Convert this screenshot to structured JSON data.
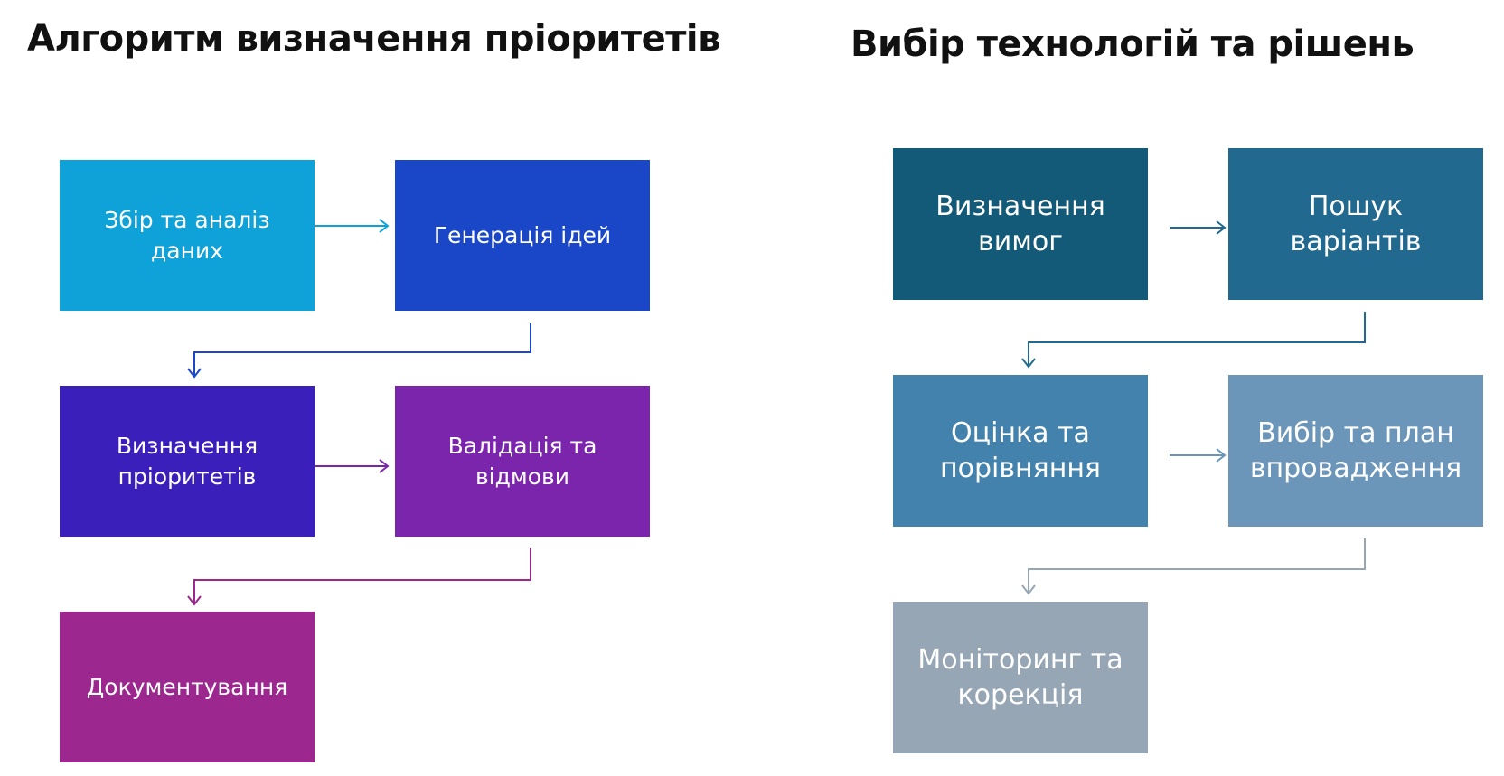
{
  "left_diagram": {
    "title": "Алгоритм визначення пріоритетів",
    "steps": [
      {
        "label": "Збір та аналіз\nданих",
        "color": "#0FA2D9"
      },
      {
        "label": "Генерація ідей",
        "color": "#1A47C8"
      },
      {
        "label": "Визначення\nпріоритетів",
        "color": "#3B1FBA"
      },
      {
        "label": "Валідація та\nвідмови",
        "color": "#7A25AC"
      },
      {
        "label": "Документування",
        "color": "#9C278F"
      }
    ]
  },
  "right_diagram": {
    "title": "Вибір технологій та рішень",
    "steps": [
      {
        "label": "Визначення\nвимог",
        "color": "#135A78"
      },
      {
        "label": "Пошук\nваріантів",
        "color": "#22698F"
      },
      {
        "label": "Оцінка та\nпорівняння",
        "color": "#4282AC"
      },
      {
        "label": "Вибір та план\nвпровадження",
        "color": "#6B95B9"
      },
      {
        "label": "Моніторинг та\nкорекція",
        "color": "#97A6B5"
      }
    ]
  }
}
